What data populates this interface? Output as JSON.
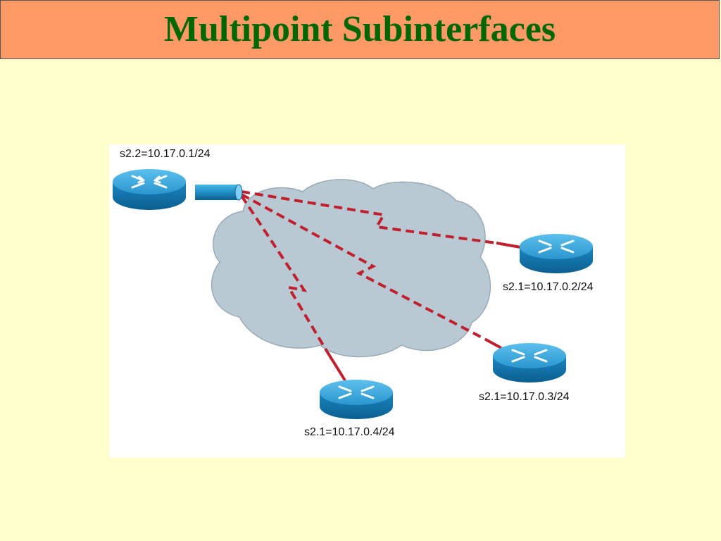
{
  "slide": {
    "title": "Multipoint Subinterfaces"
  },
  "diagram": {
    "hub_router": {
      "label": "s2.2=10.17.0.1/24"
    },
    "spoke_routers": [
      {
        "label": "s2.1=10.17.0.2/24"
      },
      {
        "label": "s2.1=10.17.0.3/24"
      },
      {
        "label": "s2.1=10.17.0.4/24"
      }
    ],
    "colors": {
      "background": "#ffffcc",
      "title_bar": "#ff9966",
      "title_text": "#006600",
      "cloud": "#b8c8d2",
      "link": "#c0202e",
      "router_body": "#1a8fc8"
    },
    "icons": [
      "router-icon",
      "frame-relay-cloud-icon",
      "serial-interface-icon"
    ]
  }
}
